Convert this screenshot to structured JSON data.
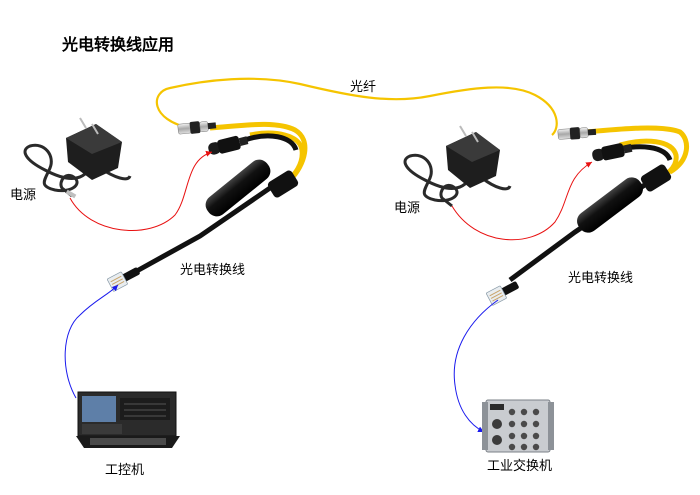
{
  "title": "光电转换线应用",
  "labels": {
    "fiber": "光纤",
    "power_left": "电源",
    "power_right": "电源",
    "converter_left": "光电转换线",
    "converter_right": "光电转换线",
    "ipc": "工控机",
    "switch": "工业交换机"
  },
  "colors": {
    "fiber": "#f5c400",
    "power_line": "#e81010",
    "data_line": "#1a1aee",
    "cable": "#111111",
    "connector_metal": "#c8c8c8",
    "rj45_plug": "#e9edf0"
  },
  "icons": [
    "power-adapter",
    "fiber-connector",
    "dc-plug",
    "ferrite-core",
    "rj45-plug",
    "industrial-pc",
    "industrial-switch"
  ]
}
